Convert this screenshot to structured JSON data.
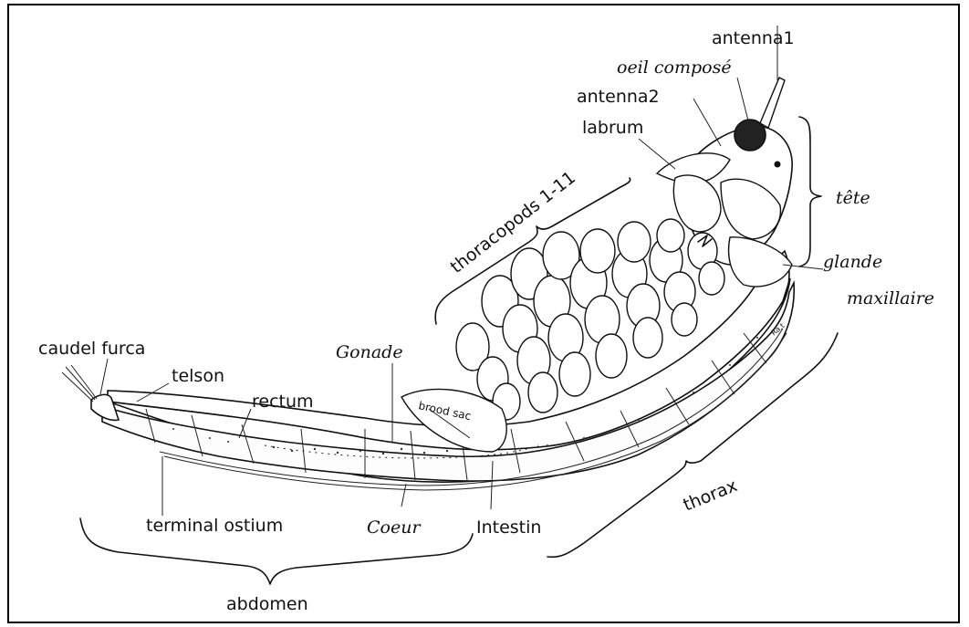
{
  "figure": {
    "labels": {
      "antenna1": "antenna1",
      "oeil_compose": "oeil composé",
      "antenna2": "antenna2",
      "labrum": "labrum",
      "tete": "tête",
      "thoracopods": "thoracopods 1-11",
      "glande": "glande",
      "maxillaire": "maxillaire",
      "caudal_furca": "caudel furca",
      "telson": "telson",
      "rectum": "rectum",
      "gonade": "Gonade",
      "brood_sac": "brood sac",
      "terminal_ostium": "terminal ostium",
      "coeur": "Coeur",
      "intestin": "Intestin",
      "thorax": "thorax",
      "abdomen": "abdomen",
      "small_mark": "Ra.t"
    }
  }
}
